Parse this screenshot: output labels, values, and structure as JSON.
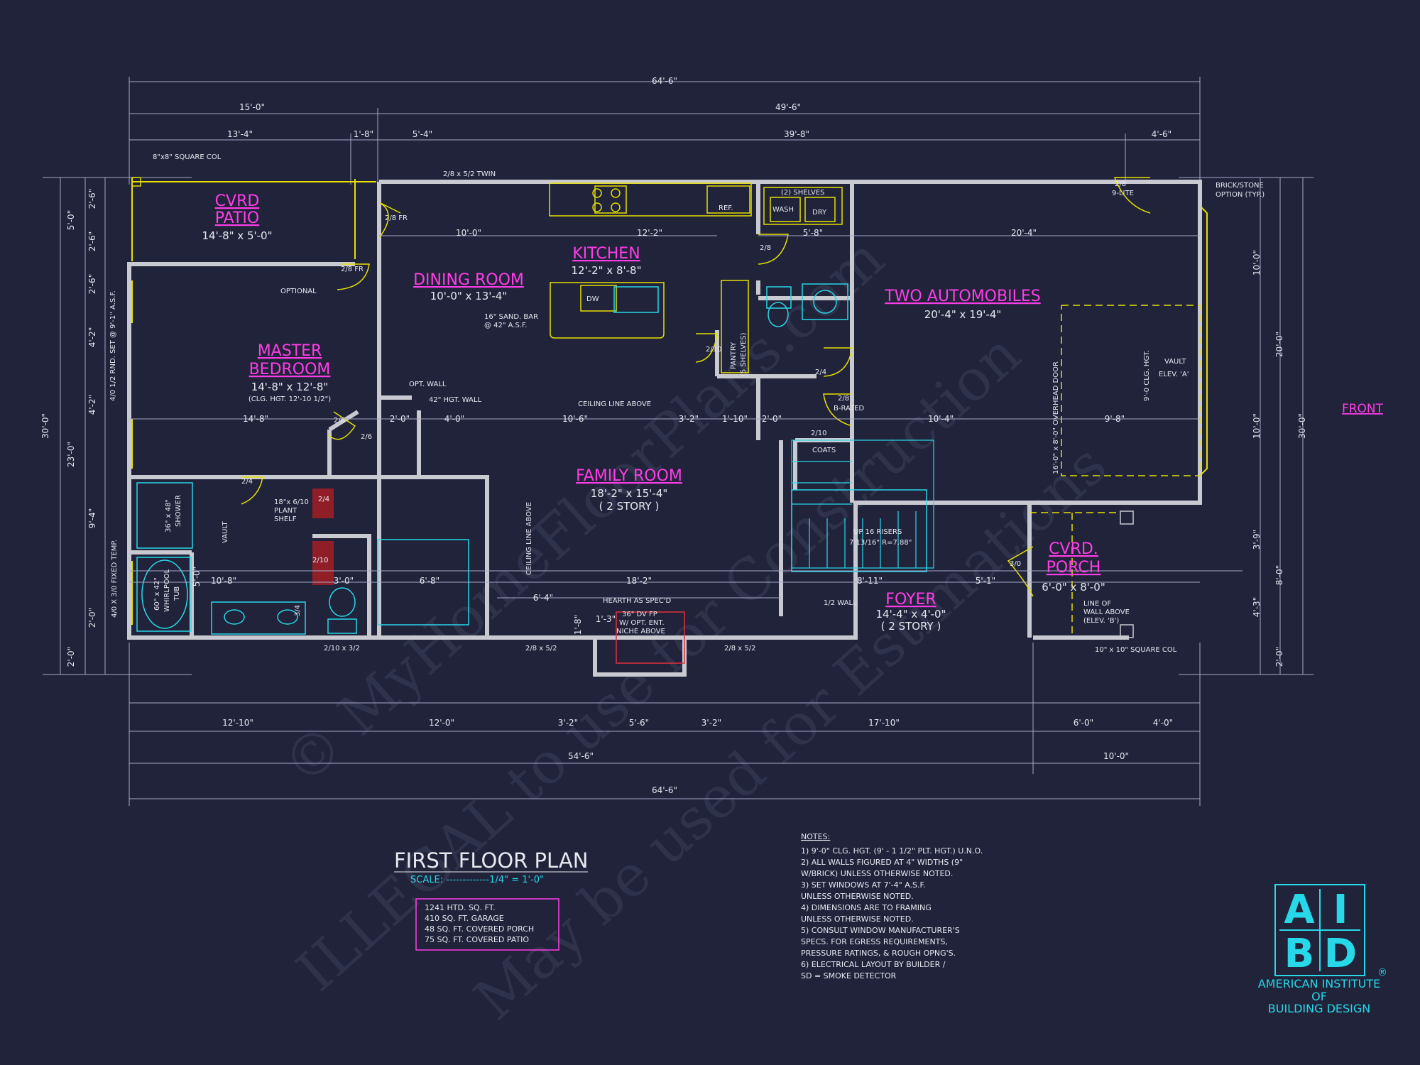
{
  "title": "FIRST FLOOR PLAN",
  "scale": "SCALE: -------------1/4\" = 1'-0\"",
  "areas": [
    "1241 HTD. SQ. FT.",
    "410 SQ. FT. GARAGE",
    "48 SQ. FT. COVERED PORCH",
    "75 SQ. FT. COVERED PATIO"
  ],
  "notes_title": "NOTES:",
  "notes": [
    "1)  9'-0\"  CLG. HGT. (9' - 1 1/2\" PLT. HGT.) U.N.O.",
    "2)  ALL  WALLS FIGURED AT 4\" WIDTHS (9\"",
    "      W/BRICK) UNLESS OTHERWISE NOTED.",
    "3)  SET WINDOWS AT 7'-4\" A.S.F.",
    "      UNLESS OTHERWISE NOTED.",
    "4)  DIMENSIONS ARE TO FRAMING",
    "      UNLESS OTHERWISE NOTED.",
    "5)  CONSULT WINDOW MANUFACTURER'S",
    "      SPECS. FOR EGRESS REQUIREMENTS,",
    "      PRESSURE RATINGS, & ROUGH OPNG'S.",
    "6)  ELECTRICAL LAYOUT BY BUILDER /",
    "      SD = SMOKE DETECTOR"
  ],
  "logo": {
    "letters": [
      "A",
      "I",
      "B",
      "D"
    ],
    "mark": "®",
    "line1": "AMERICAN INSTITUTE",
    "line2": "OF",
    "line3": "BUILDING DESIGN"
  },
  "front_label": "FRONT",
  "watermarks": [
    "© MyHomeFloorPlans.com",
    "ILLEGAL to use for Construction",
    "May be used for Estimations"
  ],
  "rooms": {
    "patio": {
      "name1": "CVRD",
      "name2": "PATIO",
      "size": "14'-8\" x 5'-0\""
    },
    "kitchen": {
      "name": "KITCHEN",
      "size": "12'-2\" x 8'-8\""
    },
    "dining": {
      "name": "DINING ROOM",
      "size": "10'-0\" x 13'-4\""
    },
    "master": {
      "name1": "MASTER",
      "name2": "BEDROOM",
      "size": "14'-8\" x 12'-8\"",
      "clg": "(CLG. HGT. 12'-10 1/2\")"
    },
    "garage": {
      "name": "TWO AUTOMOBILES",
      "size": "20'-4\" x 19'-4\""
    },
    "family": {
      "name": "FAMILY ROOM",
      "size": "18'-2\" x 15'-4\"",
      "note": "( 2 STORY )"
    },
    "porch": {
      "name1": "CVRD.",
      "name2": "PORCH",
      "size": "6'-0\" x 8'-0\""
    },
    "foyer": {
      "name": "FOYER",
      "size": "14'-4\" x 4'-0\"",
      "note": "( 2 STORY )"
    }
  },
  "dims_top": [
    "64'-6\"",
    "15'-0\"",
    "49'-6\"",
    "13'-4\"",
    "1'-8\"",
    "5'-4\"",
    "39'-8\"",
    "4'-6\""
  ],
  "dims_bottom": [
    "12'-10\"",
    "12'-0\"",
    "3'-2\"",
    "5'-6\"",
    "3'-2\"",
    "17'-10\"",
    "6'-0\"",
    "4'-0\"",
    "54'-6\"",
    "10'-0\"",
    "64'-6\""
  ],
  "dims_left": [
    "5'-0\"",
    "2'-6\"",
    "2'-6\"",
    "2'-6\"",
    "4'-2\"",
    "4'-2\"",
    "23'-0\"",
    "30'-0\"",
    "9'-4\"",
    "2'-0\"",
    "2'-0\""
  ],
  "dims_right": [
    "10'-0\"",
    "20'-0\"",
    "30'-0\"",
    "10'-0\"",
    "3'-9\"",
    "8'-0\"",
    "4'-3\"",
    "2'-0\""
  ],
  "labels": {
    "col_tl": "8\"x8\" SQUARE COL",
    "col_br": "10\" x 10\" SQUARE COL",
    "twin": "2/8 x 5/2 TWIN",
    "brick": [
      "BRICK/STONE",
      "OPTION (TYP.)"
    ],
    "shelves": "(2) SHELVES",
    "wash": "WASH",
    "dry": "DRY",
    "ref": "REF.",
    "dw": "DW",
    "bar": [
      "16\" SAND. BAR",
      "@ 42\" A.S.F."
    ],
    "pantry": [
      "PANTRY",
      "(5 SHELVES)"
    ],
    "optional": "OPTIONAL",
    "opt_wall": "OPT. WALL",
    "hgt_wall": "42\" HGT. WALL",
    "ceiling_above": "CEILING LINE ABOVE",
    "ceiling_above_v": "CEILING LINE ABOVE",
    "coats": "COATS",
    "stairs": [
      "UP 16 RISERS",
      "7 13/16\" R=7.88\""
    ],
    "half_wall": "1/2 WALL",
    "hearth": "HEARTH AS SPEC'D",
    "fp": [
      "36\" DV FP",
      "W/ OPT. ENT.",
      "NICHE ABOVE"
    ],
    "shower": [
      "36\" x 48\"",
      "SHOWER"
    ],
    "tub": [
      "60\" x 42\"",
      "WHIRLPOOL",
      "TUB"
    ],
    "plant_shelf": [
      "18\"x 6/10",
      "PLANT",
      "SHELF"
    ],
    "vault": "VAULT",
    "vault_elev": [
      "VAULT",
      "ELEV. 'A'"
    ],
    "ovhd": "16'-0\" x 8'-0\" OVERHEAD DOOR",
    "clg_hgt": "9'-0 CLG. HGT.",
    "line_wall": [
      "LINE OF",
      "WALL ABOVE",
      "(ELEV. 'B')"
    ],
    "b_rated": "B-RATED",
    "lite": "9-LITE",
    "fixed_temp": "4/0 X 3/0 FIXED TEMP.",
    "rnd": "4/0 1/2 RND. SET @ 9'-1\" A.S.F."
  },
  "interior_dims": [
    "10'-0\"",
    "12'-2\"",
    "5'-8\"",
    "20'-4\"",
    "14'-8\"",
    "2'-0\"",
    "4'-0\"",
    "10'-6\"",
    "3'-2\"",
    "1'-10\"",
    "2'-0\"",
    "10'-4\"",
    "9'-8\"",
    "10'-8\"",
    "3'-0\"",
    "6'-8\"",
    "6'-4\"",
    "18'-2\"",
    "8'-11\"",
    "5'-1\"",
    "5'-0\"",
    "1'-3\"",
    "1'-8\""
  ],
  "doors": [
    "2/8 FR",
    "2/8 FR",
    "2/8",
    "2/10",
    "2/4",
    "2/8",
    "2/10",
    "3/0",
    "2/6",
    "2/6",
    "2/4",
    "2/10",
    "2/4",
    "2/8 x 5/2",
    "2/8 x 5/2",
    "2/10 x 3/2",
    "2/8",
    "3/4"
  ]
}
